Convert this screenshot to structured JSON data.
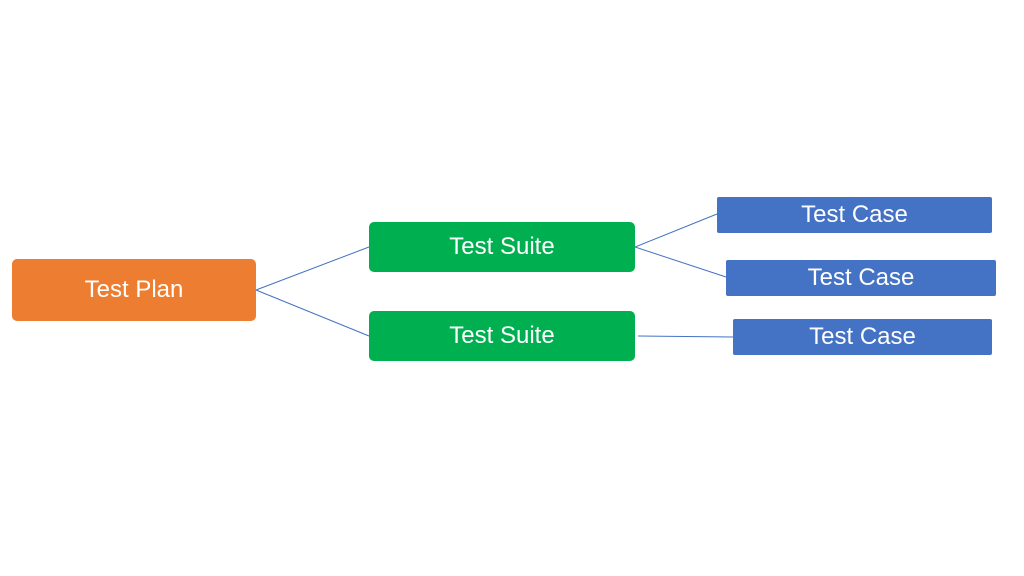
{
  "nodes": {
    "plan": {
      "label": "Test Plan"
    },
    "suites": [
      {
        "label": "Test Suite"
      },
      {
        "label": "Test Suite"
      }
    ],
    "cases": [
      {
        "label": "Test Case"
      },
      {
        "label": "Test Case"
      },
      {
        "label": "Test Case"
      }
    ]
  },
  "colors": {
    "plan": "#ED7D31",
    "suite": "#00B050",
    "case": "#4472C4",
    "connector": "#4472C4"
  }
}
